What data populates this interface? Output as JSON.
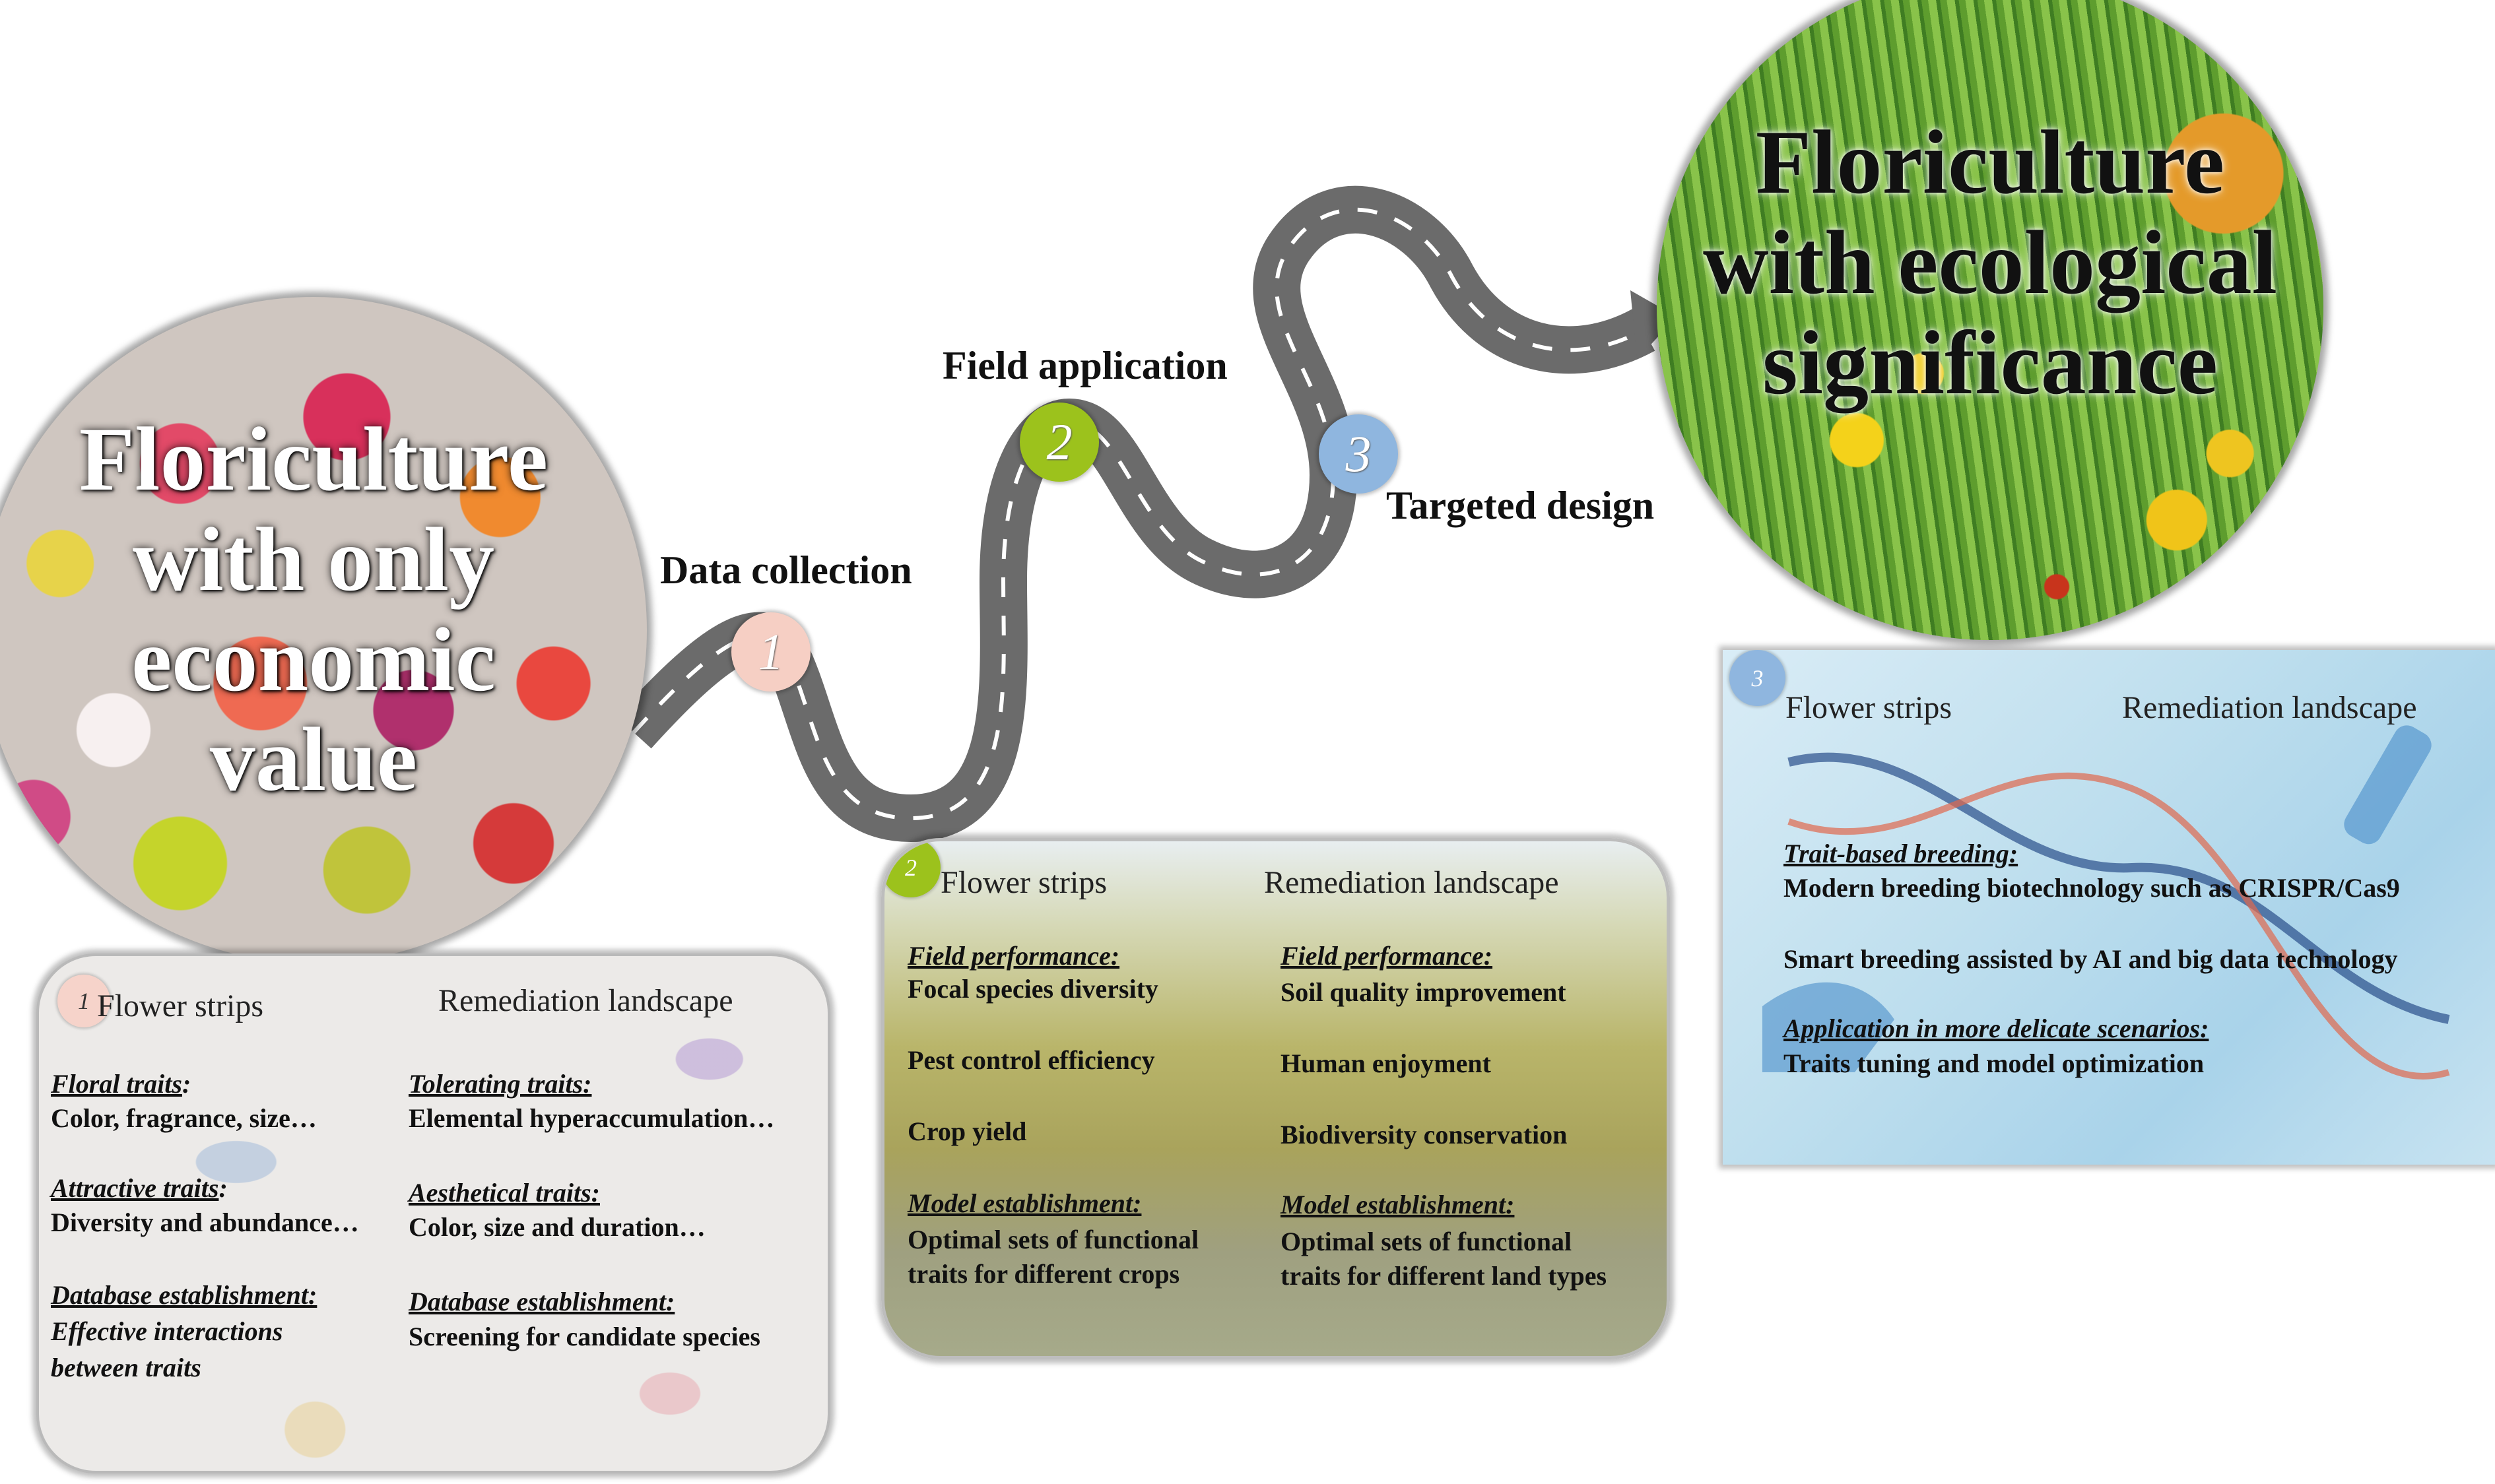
{
  "circles": {
    "left_title": [
      "Floriculture",
      "with only",
      "economic",
      "value"
    ],
    "right_title": [
      "Floriculture",
      "with ecological",
      "significance"
    ]
  },
  "steps": [
    {
      "number": "1",
      "label": "Data collection",
      "color": "#f6cfc4"
    },
    {
      "number": "2",
      "label": "Field application",
      "color": "#9cc21c"
    },
    {
      "number": "3",
      "label": "Targeted design",
      "color": "#8fb6df"
    }
  ],
  "panel1": {
    "badge": "1",
    "col_left_title": "Flower strips",
    "col_right_title": "Remediation landscape",
    "left": [
      {
        "heading": "Floral traits",
        "heading_suffix": ":",
        "text": [
          "Color, fragrance, size…"
        ]
      },
      {
        "heading": "Attractive traits",
        "heading_suffix": ":",
        "text": [
          "Diversity and abundance…"
        ]
      },
      {
        "heading": "Database establishment:",
        "heading_suffix": "",
        "text": [
          "Effective interactions",
          "between traits"
        ]
      }
    ],
    "right": [
      {
        "heading": "Tolerating traits:",
        "text": [
          "Elemental hyperaccumulation…"
        ]
      },
      {
        "heading": "Aesthetical traits:",
        "text": [
          "Color, size and duration…"
        ]
      },
      {
        "heading": "Database establishment:",
        "text": [
          "Screening for candidate species"
        ]
      }
    ]
  },
  "panel2": {
    "badge": "2",
    "col_left_title": "Flower strips",
    "col_right_title": "Remediation landscape",
    "left_heading": "Field performance:",
    "left_items": [
      "Focal species diversity",
      "Pest control efficiency",
      "Crop yield"
    ],
    "left_model_heading": "Model establishment:",
    "left_model_text": [
      "Optimal sets of functional",
      "traits for  different crops"
    ],
    "right_heading": "Field performance:",
    "right_items": [
      "Soil quality improvement",
      "Human enjoyment",
      "Biodiversity conservation"
    ],
    "right_model_heading": "Model establishment:",
    "right_model_text": [
      "Optimal sets of functional",
      "traits for different land types"
    ]
  },
  "panel3": {
    "badge": "3",
    "col_left_title": "Flower strips",
    "col_right_title": "Remediation landscape",
    "heading1": "Trait-based breeding:",
    "line1": "Modern breeding biotechnology such as CRISPR/Cas9",
    "line2": "Smart breeding assisted by AI and big data technology",
    "heading2": "Application in more delicate scenarios:",
    "line3": "Traits tuning and model optimization"
  }
}
